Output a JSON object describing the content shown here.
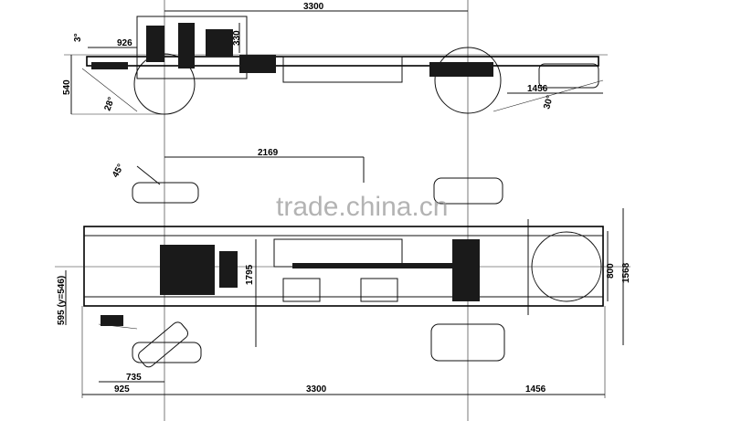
{
  "watermark": "trade.china.cn",
  "side_view": {
    "wheelbase": "3300",
    "front_overhang_angle_dim": "926",
    "engine_height": "330",
    "frame_height": "540",
    "approach_angle": "28°",
    "front_angle": "3°",
    "rear_overhang": "1456",
    "departure_angle": "30°"
  },
  "plan_view": {
    "axle_to_tank": "2169",
    "engine_width": "1795",
    "side_offset": "595 (y=546)",
    "steering_dim": "735",
    "steer_angle": "45°",
    "front_overhang": "925",
    "wheelbase": "3300",
    "rear_overhang": "1456",
    "frame_width": "800",
    "overall_width": "1568"
  }
}
